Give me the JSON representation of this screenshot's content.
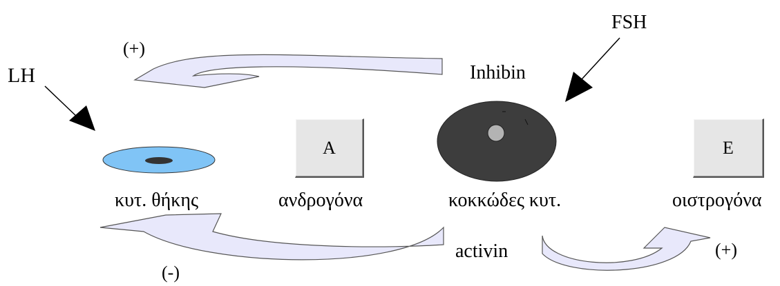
{
  "colors": {
    "arrow_fill": "#e8e8fb",
    "theca_cell": "#80c4f6",
    "granulosa_cell": "#3d3d3d",
    "nucleus_dark": "#333333",
    "nucleus_light": "#b3b3b3"
  },
  "hormones": {
    "lh": "LH",
    "fsh": "FSH",
    "inhibin": "Inhibin",
    "activin": "activin"
  },
  "effects": {
    "inhibin_effect": "(+)",
    "activin_effect": "(-)",
    "estrogen_effect": "(+)"
  },
  "cells": {
    "theca": "κυτ. θήκης",
    "granulosa": "κοκκώδες κυτ."
  },
  "products": {
    "androgens": {
      "symbol": "A",
      "label": "ανδρογόνα"
    },
    "estrogens": {
      "symbol": "E",
      "label": "οιστρογόνα"
    }
  }
}
